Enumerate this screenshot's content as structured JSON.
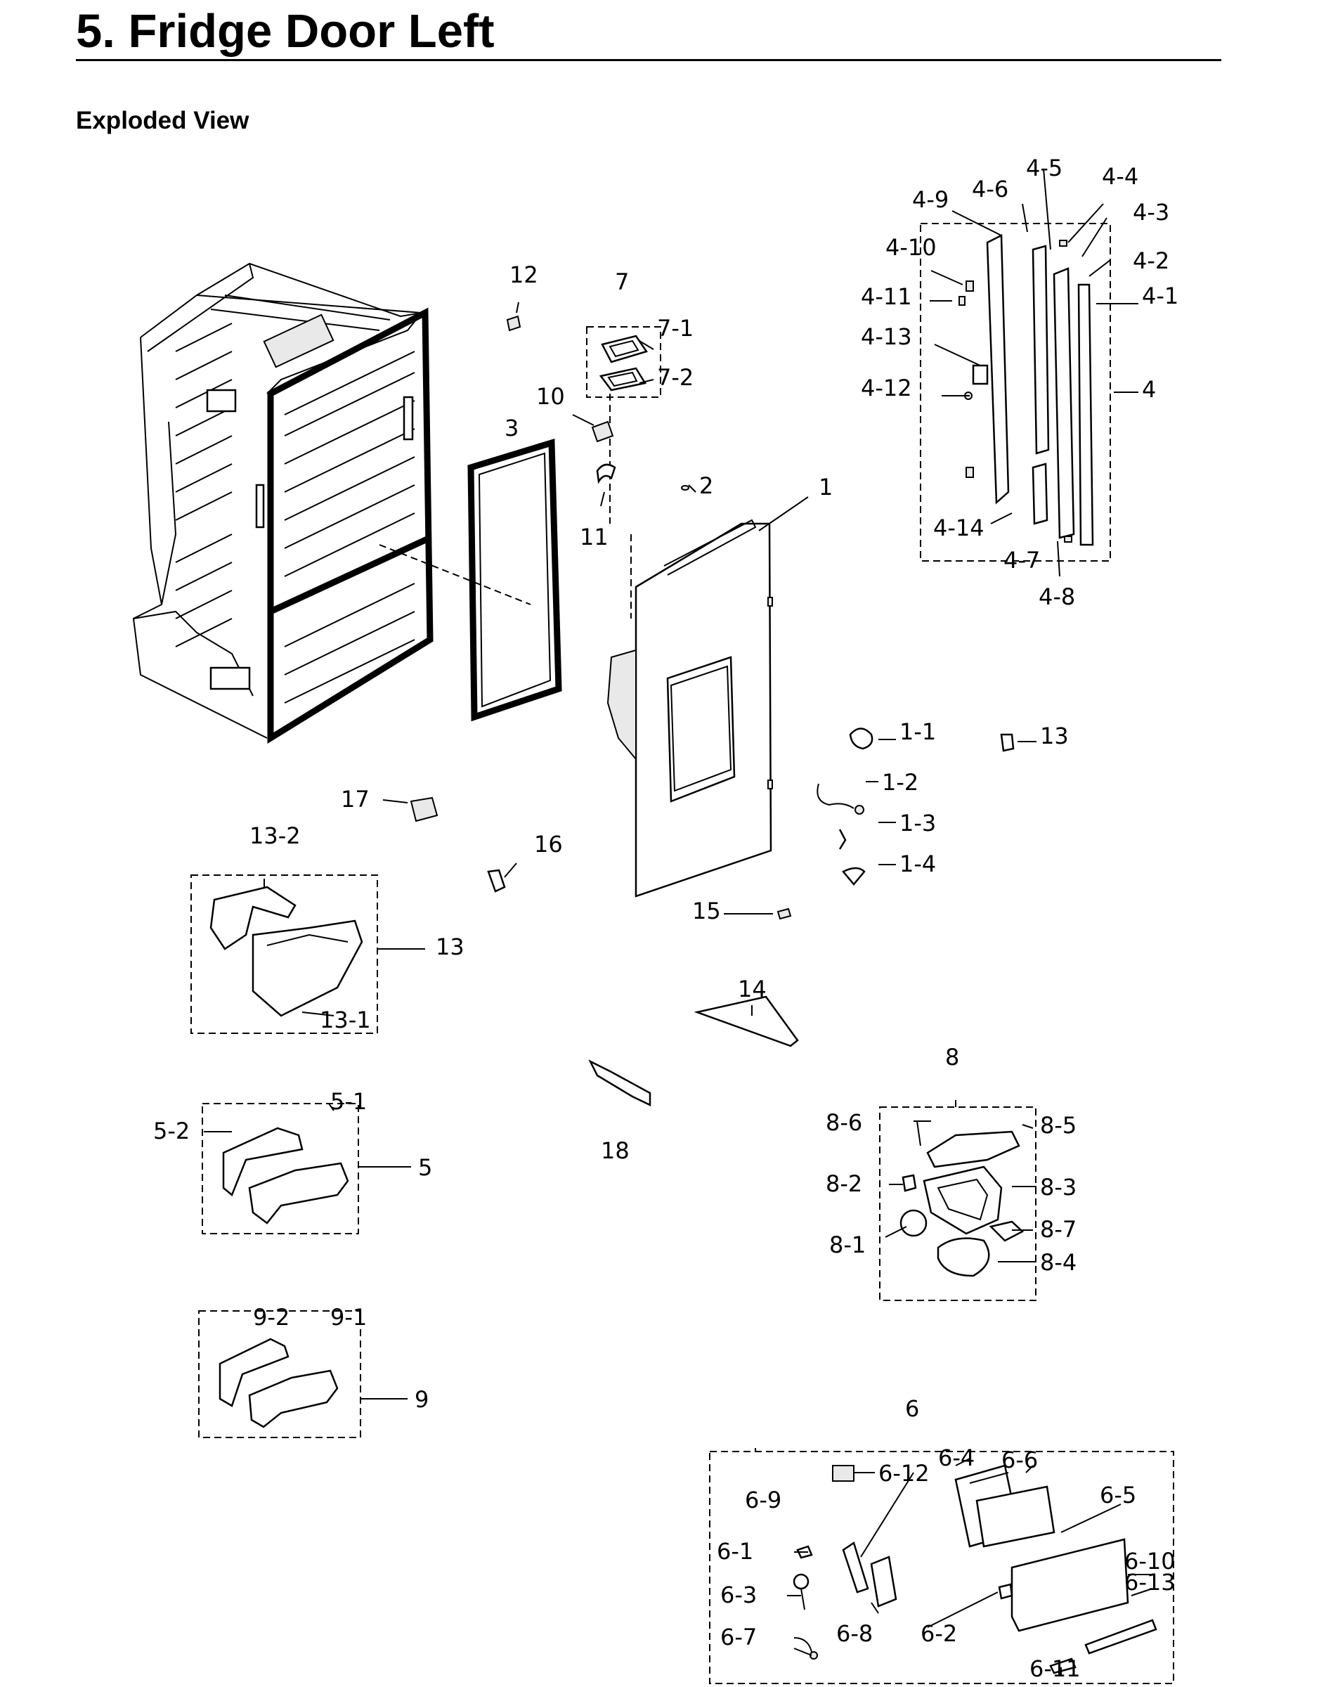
{
  "header": {
    "title": "5.  Fridge Door Left",
    "subtitle": "Exploded View"
  },
  "callouts": {
    "c1": "1",
    "c1_1": "1-1",
    "c1_2": "1-2",
    "c1_3": "1-3",
    "c1_4": "1-4",
    "c2": "2",
    "c3": "3",
    "c4": "4",
    "c4_1": "4-1",
    "c4_2": "4-2",
    "c4_3": "4-3",
    "c4_4": "4-4",
    "c4_5": "4-5",
    "c4_6": "4-6",
    "c4_7": "4-7",
    "c4_8": "4-8",
    "c4_9": "4-9",
    "c4_10": "4-10",
    "c4_11": "4-11",
    "c4_12": "4-12",
    "c4_13": "4-13",
    "c4_14": "4-14",
    "c5": "5",
    "c5_1": "5-1",
    "c5_2": "5-2",
    "c6": "6",
    "c6_1": "6-1",
    "c6_2": "6-2",
    "c6_3": "6-3",
    "c6_4": "6-4",
    "c6_5": "6-5",
    "c6_6": "6-6",
    "c6_7": "6-7",
    "c6_8": "6-8",
    "c6_9": "6-9",
    "c6_10": "6-10",
    "c6_11": "6-11",
    "c6_12": "6-12",
    "c6_13": "6-13",
    "c7": "7",
    "c7_1": "7-1",
    "c7_2": "7-2",
    "c8": "8",
    "c8_1": "8-1",
    "c8_2": "8-2",
    "c8_3": "8-3",
    "c8_4": "8-4",
    "c8_5": "8-5",
    "c8_6": "8-6",
    "c8_7": "8-7",
    "c9": "9",
    "c9_1": "9-1",
    "c9_2": "9-2",
    "c10": "10",
    "c11": "11",
    "c12": "12",
    "c13": "13",
    "c13b": "13",
    "c13_1": "13-1",
    "c13_2": "13-2",
    "c14": "14",
    "c15": "15",
    "c16": "16",
    "c17": "17",
    "c18": "18"
  }
}
